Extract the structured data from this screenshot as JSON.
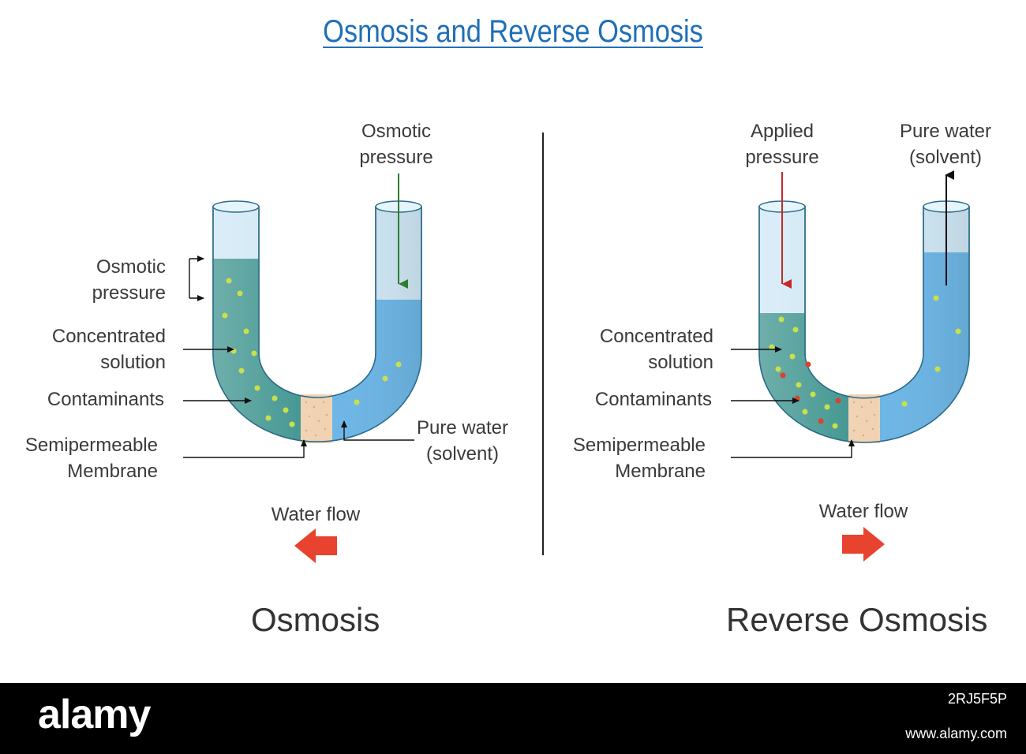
{
  "title": "Osmosis and Reverse Osmosis",
  "osmosis": {
    "heading": "Osmosis",
    "top_label": [
      "Osmotic",
      "pressure"
    ],
    "side_pressure_label": [
      "Osmotic",
      "pressure"
    ],
    "concentrated_label": [
      "Concentrated",
      "solution"
    ],
    "contaminants_label": "Contaminants",
    "membrane_label": [
      "Semipermeable",
      "Membrane"
    ],
    "pure_water_label": [
      "Pure water",
      "(solvent)"
    ],
    "water_flow_label": "Water flow",
    "water_flow_direction": "left"
  },
  "reverse_osmosis": {
    "heading": "Reverse  Osmosis",
    "applied_label": [
      "Applied",
      "pressure"
    ],
    "pure_water_top_label": [
      "Pure water",
      "(solvent)"
    ],
    "concentrated_label": [
      "Concentrated",
      "solution"
    ],
    "contaminants_label": "Contaminants",
    "membrane_label": [
      "Semipermeable",
      "Membrane"
    ],
    "water_flow_label": "Water flow",
    "water_flow_direction": "right"
  },
  "footer": {
    "brand": "alamy",
    "image_code": "2RJ5F5P",
    "site": "www.alamy.com"
  },
  "colors": {
    "title": "#1f6fb8",
    "concentrated_solution": "#3f948f",
    "pure_water": "#6db6e6",
    "empty_tube": "#cfe7f5",
    "membrane": "#f1d3b3",
    "contaminant_dot": "#c9e04a",
    "ro_extra_dot": "#d9432b",
    "osmotic_arrow": "#2e7d32",
    "applied_arrow": "#c62828",
    "flow_arrow": "#e8432f"
  }
}
